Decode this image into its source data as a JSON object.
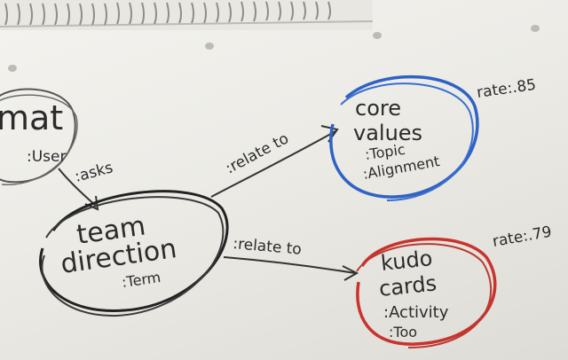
{
  "nodes": {
    "user": {
      "name": "mat",
      "type": ":User"
    },
    "team": {
      "name_line1": "team",
      "name_line2": "direction",
      "type": ":Term"
    },
    "core": {
      "name_line1": "core",
      "name_line2": "values",
      "type1": ":Topic",
      "type2": ":Alignment",
      "rate": "rate:.85"
    },
    "kudo": {
      "name_line1": "kudo",
      "name_line2": "cards",
      "type1": ":Activity",
      "type2": ":Too",
      "rate": "rate:.79"
    }
  },
  "edges": {
    "asks": ":asks",
    "relate_core": ":relate to",
    "relate_kudo": ":relate to"
  },
  "colors": {
    "pencil": "#2e2e2e",
    "blue_ring": "#2f62c4",
    "red_ring": "#c8332e",
    "paper": "#efeee9"
  }
}
